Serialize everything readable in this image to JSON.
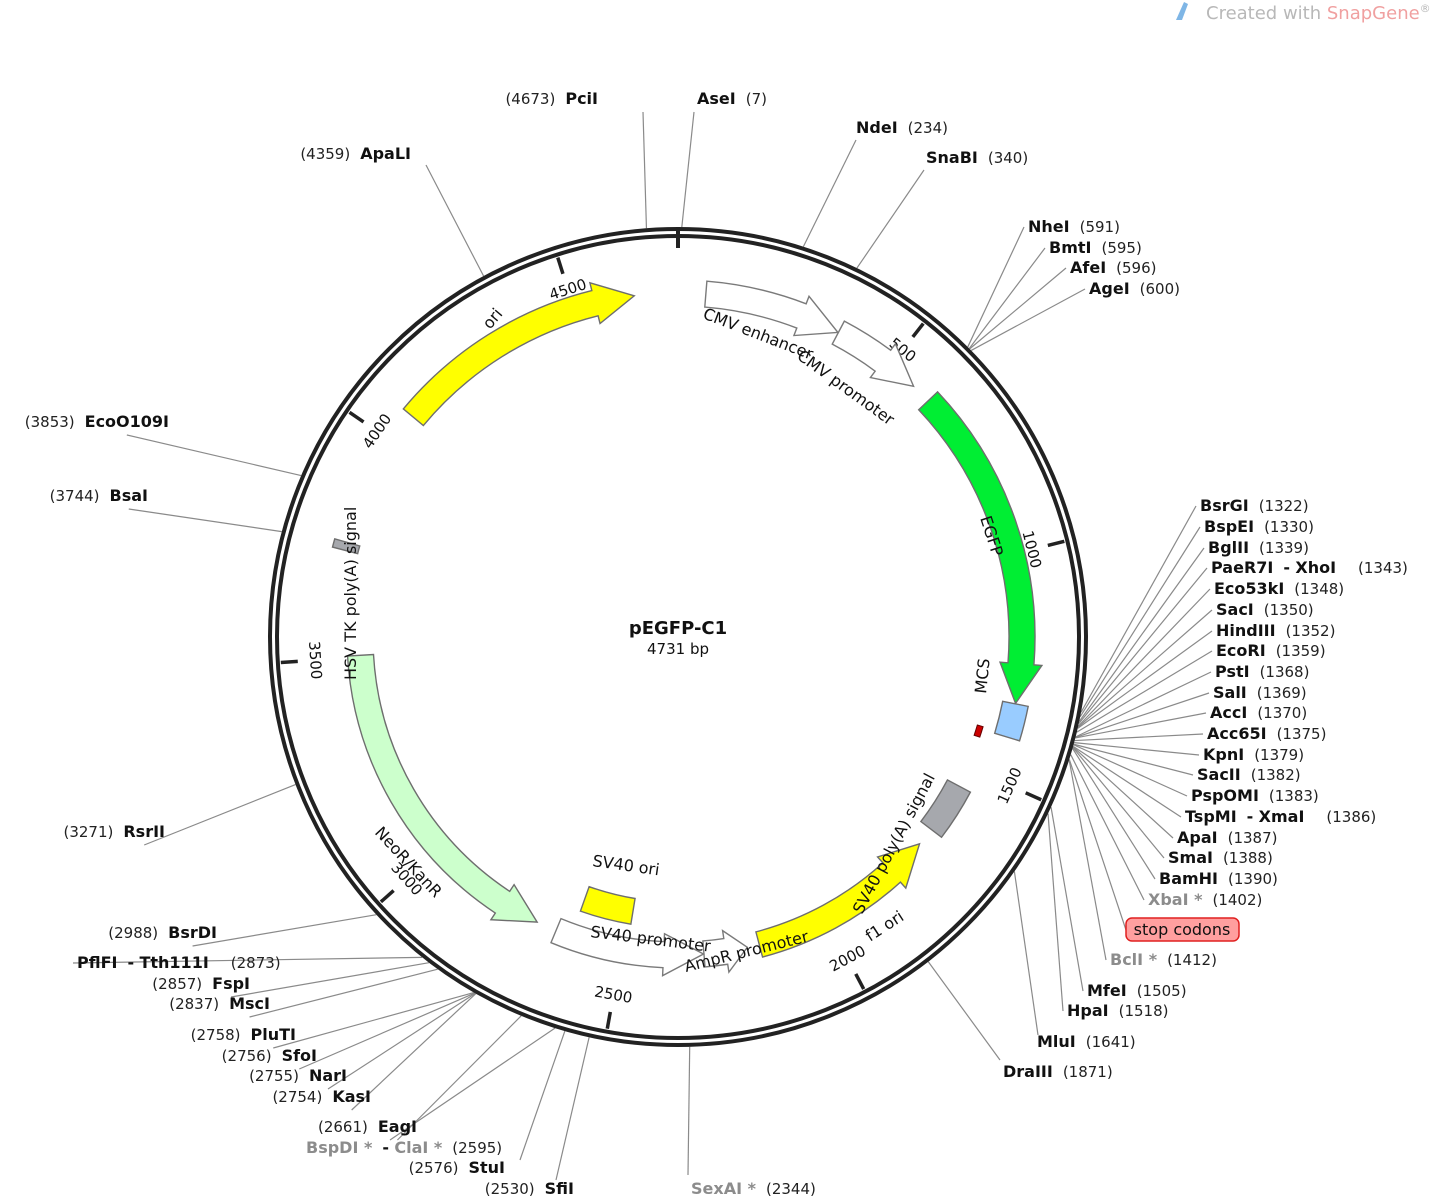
{
  "credit": {
    "prefix": "Created with ",
    "brand": "SnapGene",
    "mark": "®"
  },
  "plasmid": {
    "name": "pEGFP-C1",
    "length_label": "4731 bp",
    "length_bp": 4731
  },
  "colors": {
    "backbone": "#222222",
    "ori": "#ffff00",
    "egfp": "#00ee33",
    "neor": "#ccffcc",
    "mcs": "#99ccff",
    "gray_box": "#a6a8ad",
    "stop_codons_fill": "#ff9f9f",
    "stop_codons_border": "#e02020",
    "dam_sites": "#8c8c8c",
    "brand": "#f0a0a0",
    "credit_text": "#b8b8b8",
    "credit_icon": "#7fb6e6"
  },
  "ticks": [
    {
      "bp": 500,
      "label": "500"
    },
    {
      "bp": 1000,
      "label": "1000"
    },
    {
      "bp": 1500,
      "label": "1500"
    },
    {
      "bp": 2000,
      "label": "2000"
    },
    {
      "bp": 2500,
      "label": "2500"
    },
    {
      "bp": 3000,
      "label": "3000"
    },
    {
      "bp": 3500,
      "label": "3500"
    },
    {
      "bp": 4000,
      "label": "4000"
    },
    {
      "bp": 4500,
      "label": "4500"
    }
  ],
  "features": [
    {
      "id": "ori",
      "label": "ori",
      "start": 4070,
      "end": 4635,
      "dir": "cw",
      "color": "#ffff00",
      "outline": false,
      "ring": 0
    },
    {
      "id": "cmv-enhancer",
      "label": "CMV enhancer",
      "start": 61,
      "end": 364,
      "dir": "cw",
      "color": "none",
      "outline": true,
      "ring": 0
    },
    {
      "id": "cmv-promoter",
      "label": "CMV promoter",
      "start": 365,
      "end": 568,
      "dir": "cw",
      "color": "none",
      "outline": true,
      "ring": 0
    },
    {
      "id": "egfp",
      "label": "EGFP",
      "start": 613,
      "end": 1329,
      "dir": "cw",
      "color": "#00ee33",
      "outline": false,
      "ring": 0
    },
    {
      "id": "sv40-polya",
      "label": "SV40 poly(A) signal",
      "start": 1550,
      "end": 1672,
      "dir": "none",
      "color": "#a6a8ad",
      "outline": false,
      "ring": 1
    },
    {
      "id": "f1-ori",
      "label": "f1 ori",
      "start": 1716,
      "end": 2171,
      "dir": "ccw",
      "color": "#ffff00",
      "outline": false,
      "ring": 1
    },
    {
      "id": "ampr-promoter",
      "label": "AmpR promoter",
      "start": 2200,
      "end": 2304,
      "dir": "ccw",
      "color": "none",
      "outline": true,
      "ring": 1
    },
    {
      "id": "sv40-promoter",
      "label": "SV40 promoter",
      "start": 2305,
      "end": 2662,
      "dir": "ccw",
      "color": "none",
      "outline": true,
      "ring": 1
    },
    {
      "id": "sv40-ori",
      "label": "SV40 ori",
      "start": 2488,
      "end": 2623,
      "dir": "none",
      "color": "#ffff00",
      "outline": false,
      "ring": 2
    },
    {
      "id": "neor",
      "label": "NeoR/KanR",
      "start": 2711,
      "end": 3505,
      "dir": "ccw",
      "color": "#ccffcc",
      "outline": false,
      "ring": 1
    },
    {
      "id": "hsv-tk",
      "label": "HSV TK poly(A) signal",
      "start": 3740,
      "end": 3758,
      "dir": "none",
      "color": "#a6a8ad",
      "outline": false,
      "ring": 0
    },
    {
      "id": "mcs",
      "label": "MCS",
      "start": 1330,
      "end": 1405,
      "dir": "none",
      "color": "#99ccff",
      "outline": false,
      "ring": 0
    }
  ],
  "sites": [
    {
      "id": "pcii",
      "name": "PciI",
      "pos": "(4673)",
      "bp": 4673,
      "dam": false
    },
    {
      "id": "asei",
      "name": "AseI",
      "pos": "(7)",
      "bp": 7,
      "dam": false
    },
    {
      "id": "ndei",
      "name": "NdeI",
      "pos": "(234)",
      "bp": 234,
      "dam": false
    },
    {
      "id": "snabi",
      "name": "SnaBI",
      "pos": "(340)",
      "bp": 340,
      "dam": false
    },
    {
      "id": "apali",
      "name": "ApaLI",
      "pos": "(4359)",
      "bp": 4359,
      "dam": false
    },
    {
      "id": "nhei",
      "name": "NheI",
      "pos": "(591)",
      "bp": 591,
      "dam": false
    },
    {
      "id": "bmti",
      "name": "BmtI",
      "pos": "(595)",
      "bp": 595,
      "dam": false
    },
    {
      "id": "afei",
      "name": "AfeI",
      "pos": "(596)",
      "bp": 596,
      "dam": false
    },
    {
      "id": "agei",
      "name": "AgeI",
      "pos": "(600)",
      "bp": 600,
      "dam": false
    },
    {
      "id": "ecoo109i",
      "name": "EcoO109I",
      "pos": "(3853)",
      "bp": 3853,
      "dam": false
    },
    {
      "id": "bsai",
      "name": "BsaI",
      "pos": "(3744)",
      "bp": 3744,
      "dam": false
    },
    {
      "id": "bsrgi",
      "name": "BsrGI",
      "pos": "(1322)",
      "bp": 1322,
      "dam": false
    },
    {
      "id": "bspei",
      "name": "BspEI",
      "pos": "(1330)",
      "bp": 1330,
      "dam": false
    },
    {
      "id": "bglii",
      "name": "BglII",
      "pos": "(1339)",
      "bp": 1339,
      "dam": false
    },
    {
      "id": "paer7i",
      "name": "PaeR7I",
      "pair": "XhoI",
      "pos": "(1343)",
      "bp": 1343,
      "dam": false
    },
    {
      "id": "eco53ki",
      "name": "Eco53kI",
      "pos": "(1348)",
      "bp": 1348,
      "dam": false
    },
    {
      "id": "saci",
      "name": "SacI",
      "pos": "(1350)",
      "bp": 1350,
      "dam": false
    },
    {
      "id": "hindiii",
      "name": "HindIII",
      "pos": "(1352)",
      "bp": 1352,
      "dam": false
    },
    {
      "id": "ecori",
      "name": "EcoRI",
      "pos": "(1359)",
      "bp": 1359,
      "dam": false
    },
    {
      "id": "psti",
      "name": "PstI",
      "pos": "(1368)",
      "bp": 1368,
      "dam": false
    },
    {
      "id": "sali",
      "name": "SalI",
      "pos": "(1369)",
      "bp": 1369,
      "dam": false
    },
    {
      "id": "acci",
      "name": "AccI",
      "pos": "(1370)",
      "bp": 1370,
      "dam": false
    },
    {
      "id": "acc65i",
      "name": "Acc65I",
      "pos": "(1375)",
      "bp": 1375,
      "dam": false
    },
    {
      "id": "kpni",
      "name": "KpnI",
      "pos": "(1379)",
      "bp": 1379,
      "dam": false
    },
    {
      "id": "sacii",
      "name": "SacII",
      "pos": "(1382)",
      "bp": 1382,
      "dam": false
    },
    {
      "id": "pspomi",
      "name": "PspOMI",
      "pos": "(1383)",
      "bp": 1383,
      "dam": false
    },
    {
      "id": "tspmi",
      "name": "TspMI",
      "pair": "XmaI",
      "pos": "(1386)",
      "bp": 1386,
      "dam": false
    },
    {
      "id": "apai",
      "name": "ApaI",
      "pos": "(1387)",
      "bp": 1387,
      "dam": false
    },
    {
      "id": "smai",
      "name": "SmaI",
      "pos": "(1388)",
      "bp": 1388,
      "dam": false
    },
    {
      "id": "bamhi",
      "name": "BamHI",
      "pos": "(1390)",
      "bp": 1390,
      "dam": false
    },
    {
      "id": "xbai",
      "name": "XbaI *",
      "pos": "(1402)",
      "bp": 1402,
      "dam": true
    },
    {
      "id": "bcli",
      "name": "BclI *",
      "pos": "(1412)",
      "bp": 1412,
      "dam": true
    },
    {
      "id": "mfei",
      "name": "MfeI",
      "pos": "(1505)",
      "bp": 1505,
      "dam": false
    },
    {
      "id": "hpai",
      "name": "HpaI",
      "pos": "(1518)",
      "bp": 1518,
      "dam": false
    },
    {
      "id": "mlui",
      "name": "MluI",
      "pos": "(1641)",
      "bp": 1641,
      "dam": false
    },
    {
      "id": "draiii",
      "name": "DraIII",
      "pos": "(1871)",
      "bp": 1871,
      "dam": false
    },
    {
      "id": "sexai",
      "name": "SexAI *",
      "pos": "(2344)",
      "bp": 2344,
      "dam": true
    },
    {
      "id": "sfii",
      "name": "SfiI",
      "pos": "(2530)",
      "bp": 2530,
      "dam": false
    },
    {
      "id": "stui",
      "name": "StuI",
      "pos": "(2576)",
      "bp": 2576,
      "dam": false
    },
    {
      "id": "bspdi",
      "name": "BspDI *",
      "pair": "ClaI *",
      "pos": "(2595)",
      "bp": 2595,
      "dam": true
    },
    {
      "id": "eagi",
      "name": "EagI",
      "pos": "(2661)",
      "bp": 2661,
      "dam": false
    },
    {
      "id": "kasi",
      "name": "KasI",
      "pos": "(2754)",
      "bp": 2754,
      "dam": false
    },
    {
      "id": "nari",
      "name": "NarI",
      "pos": "(2755)",
      "bp": 2755,
      "dam": false
    },
    {
      "id": "sfoi",
      "name": "SfoI",
      "pos": "(2756)",
      "bp": 2756,
      "dam": false
    },
    {
      "id": "pluti",
      "name": "PluTI",
      "pos": "(2758)",
      "bp": 2758,
      "dam": false
    },
    {
      "id": "msci",
      "name": "MscI",
      "pos": "(2837)",
      "bp": 2837,
      "dam": false
    },
    {
      "id": "fspi",
      "name": "FspI",
      "pos": "(2857)",
      "bp": 2857,
      "dam": false
    },
    {
      "id": "pflfi",
      "name": "PflFI",
      "pair": "Tth111I",
      "pos": "(2873)",
      "bp": 2873,
      "dam": false
    },
    {
      "id": "bsrdi",
      "name": "BsrDI",
      "pos": "(2988)",
      "bp": 2988,
      "dam": false
    },
    {
      "id": "rsrii",
      "name": "RsrII",
      "pos": "(3271)",
      "bp": 3271,
      "dam": false
    }
  ],
  "stop_codons": {
    "label": "stop codons",
    "bp": 1411
  }
}
